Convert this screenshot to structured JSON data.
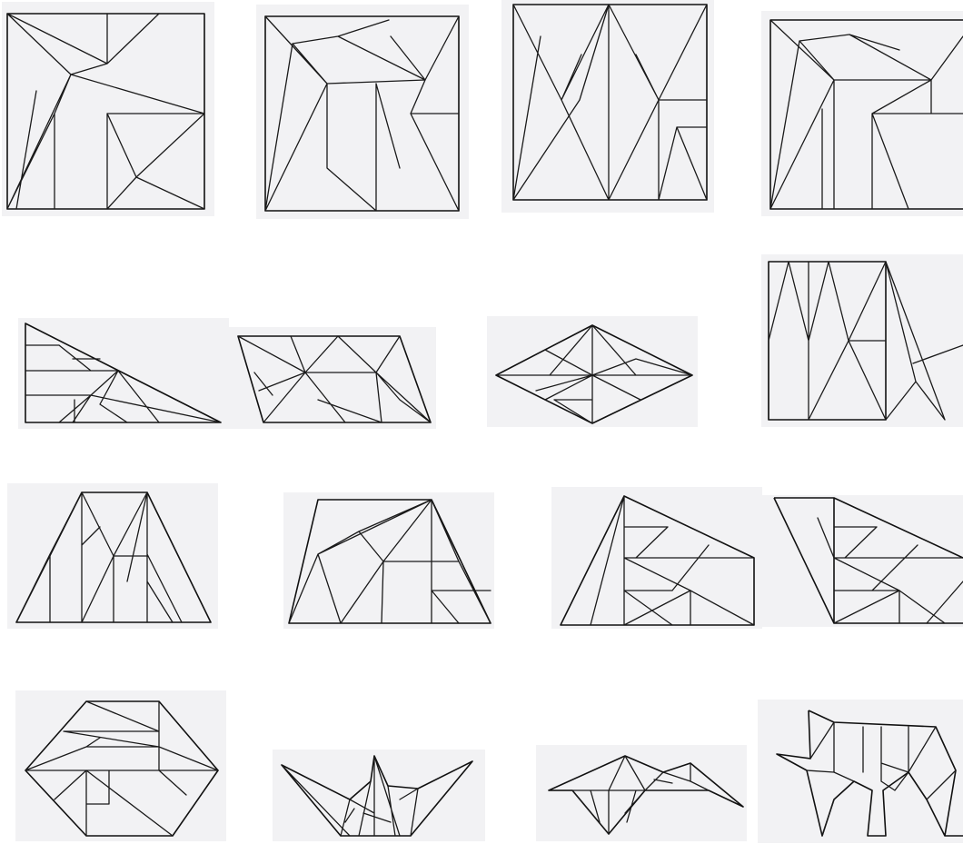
{
  "sheet": {
    "background": "#ffffff",
    "card_color": "#f2f2f4",
    "line_color": "#1a1a1a"
  },
  "rows": [
    {
      "label": "",
      "items": [
        "square-1",
        "square-2",
        "square-3",
        "square-4"
      ]
    },
    {
      "label": "",
      "items": [
        "right-triangle",
        "parallelogram",
        "rhombus",
        "square-5"
      ]
    },
    {
      "label": "",
      "items": [
        "trapezoid-1",
        "trapezoid-2",
        "pentagon-1",
        "pentagon-2"
      ]
    },
    {
      "label": "",
      "items": [
        "hexagon",
        "boat",
        "bird",
        "animal"
      ]
    }
  ]
}
